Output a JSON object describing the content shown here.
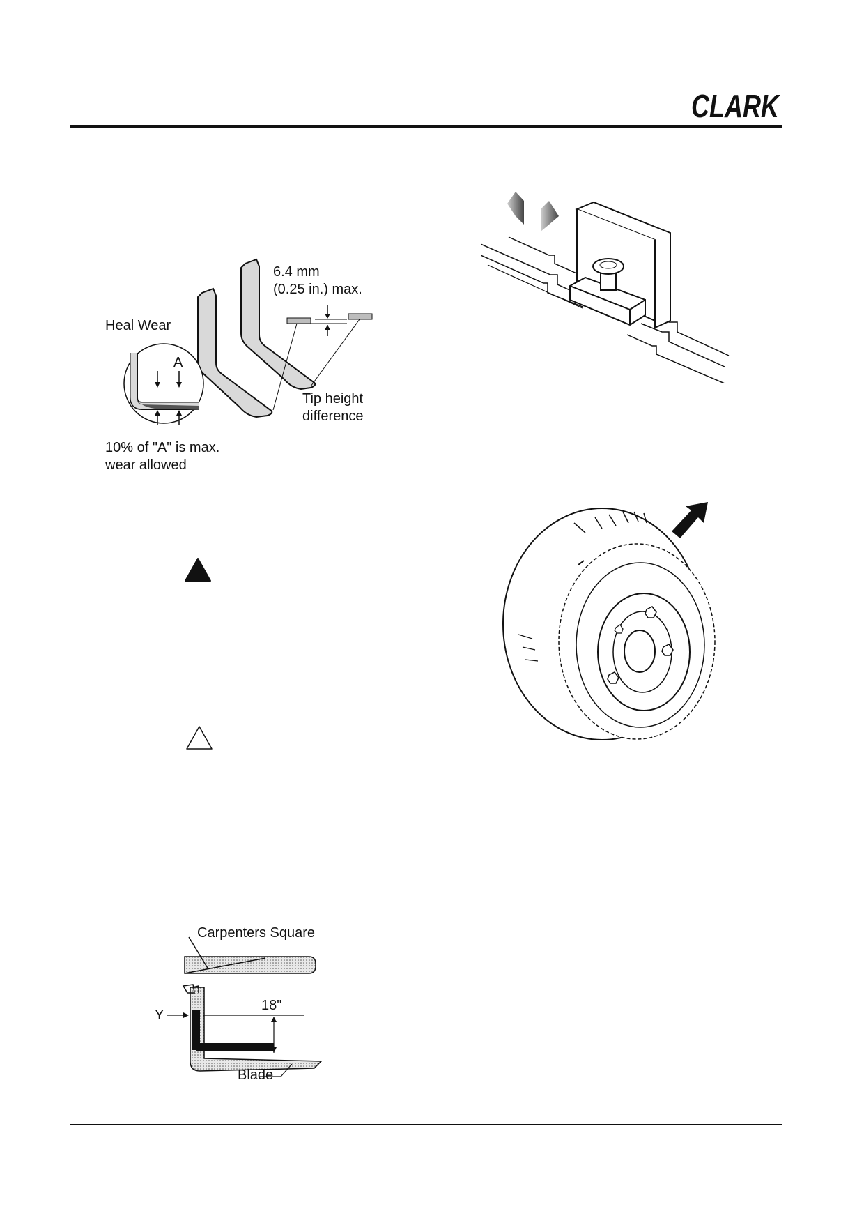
{
  "header": {
    "brand": "CLARK"
  },
  "figure_fork_wear": {
    "max_line1": "6.4 mm",
    "max_line2": "(0.25 in.) max.",
    "heal_wear": "Heal Wear",
    "a_label": "A",
    "tip_line1": "Tip height",
    "tip_line2": "difference",
    "wear_line1": "10% of \"A\" is max.",
    "wear_line2": "wear allowed"
  },
  "warning_icons": [
    {
      "kind": "filled-triangle",
      "glyph": "!"
    },
    {
      "kind": "outline-triangle",
      "glyph": "!"
    }
  ],
  "figure_square": {
    "carpenters_square": "Carpenters Square",
    "y_label": "Y",
    "inches": "18\"",
    "blade": "Blade"
  },
  "colors": {
    "ink": "#111111",
    "fork_fill": "#d9d9d9",
    "pad_fill": "#bdbdbd"
  }
}
